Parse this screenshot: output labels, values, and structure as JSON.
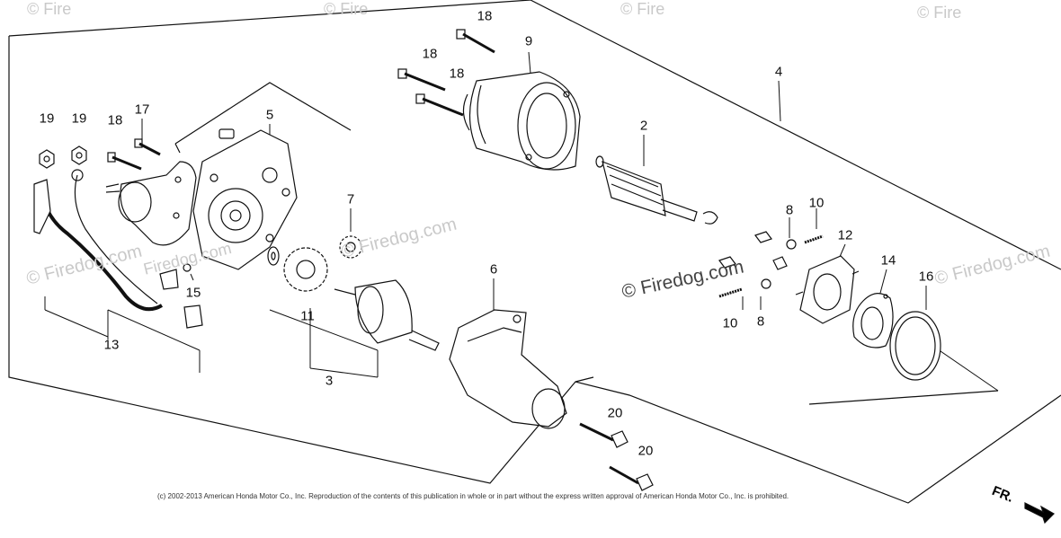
{
  "callouts": {
    "c2": "2",
    "c3": "3",
    "c4": "4",
    "c5": "5",
    "c6": "6",
    "c7": "7",
    "c8a": "8",
    "c8b": "8",
    "c9": "9",
    "c10a": "10",
    "c10b": "10",
    "c11": "11",
    "c12": "12",
    "c13": "13",
    "c14": "14",
    "c15": "15",
    "c16": "16",
    "c17": "17",
    "c18a": "18",
    "c18b": "18",
    "c18c": "18",
    "c18d": "18",
    "c19a": "19",
    "c19b": "19",
    "c20a": "20",
    "c20b": "20"
  },
  "watermarks": {
    "center": "© Firedog.com",
    "w1": "© Fire",
    "w2": "© Firedog.com",
    "w3": "© Fire",
    "w4": "© Fire",
    "w5": "© Fire",
    "w6": "© Firedog.com",
    "w7": "© Firedog.com",
    "w8": "Firedog.com"
  },
  "copyright": "(c) 2002-2013 American Honda Motor Co., Inc. Reproduction of the contents of this publication in whole or in part without the express written approval of American Honda Motor Co., Inc. is prohibited.",
  "direction_marker": "FR."
}
